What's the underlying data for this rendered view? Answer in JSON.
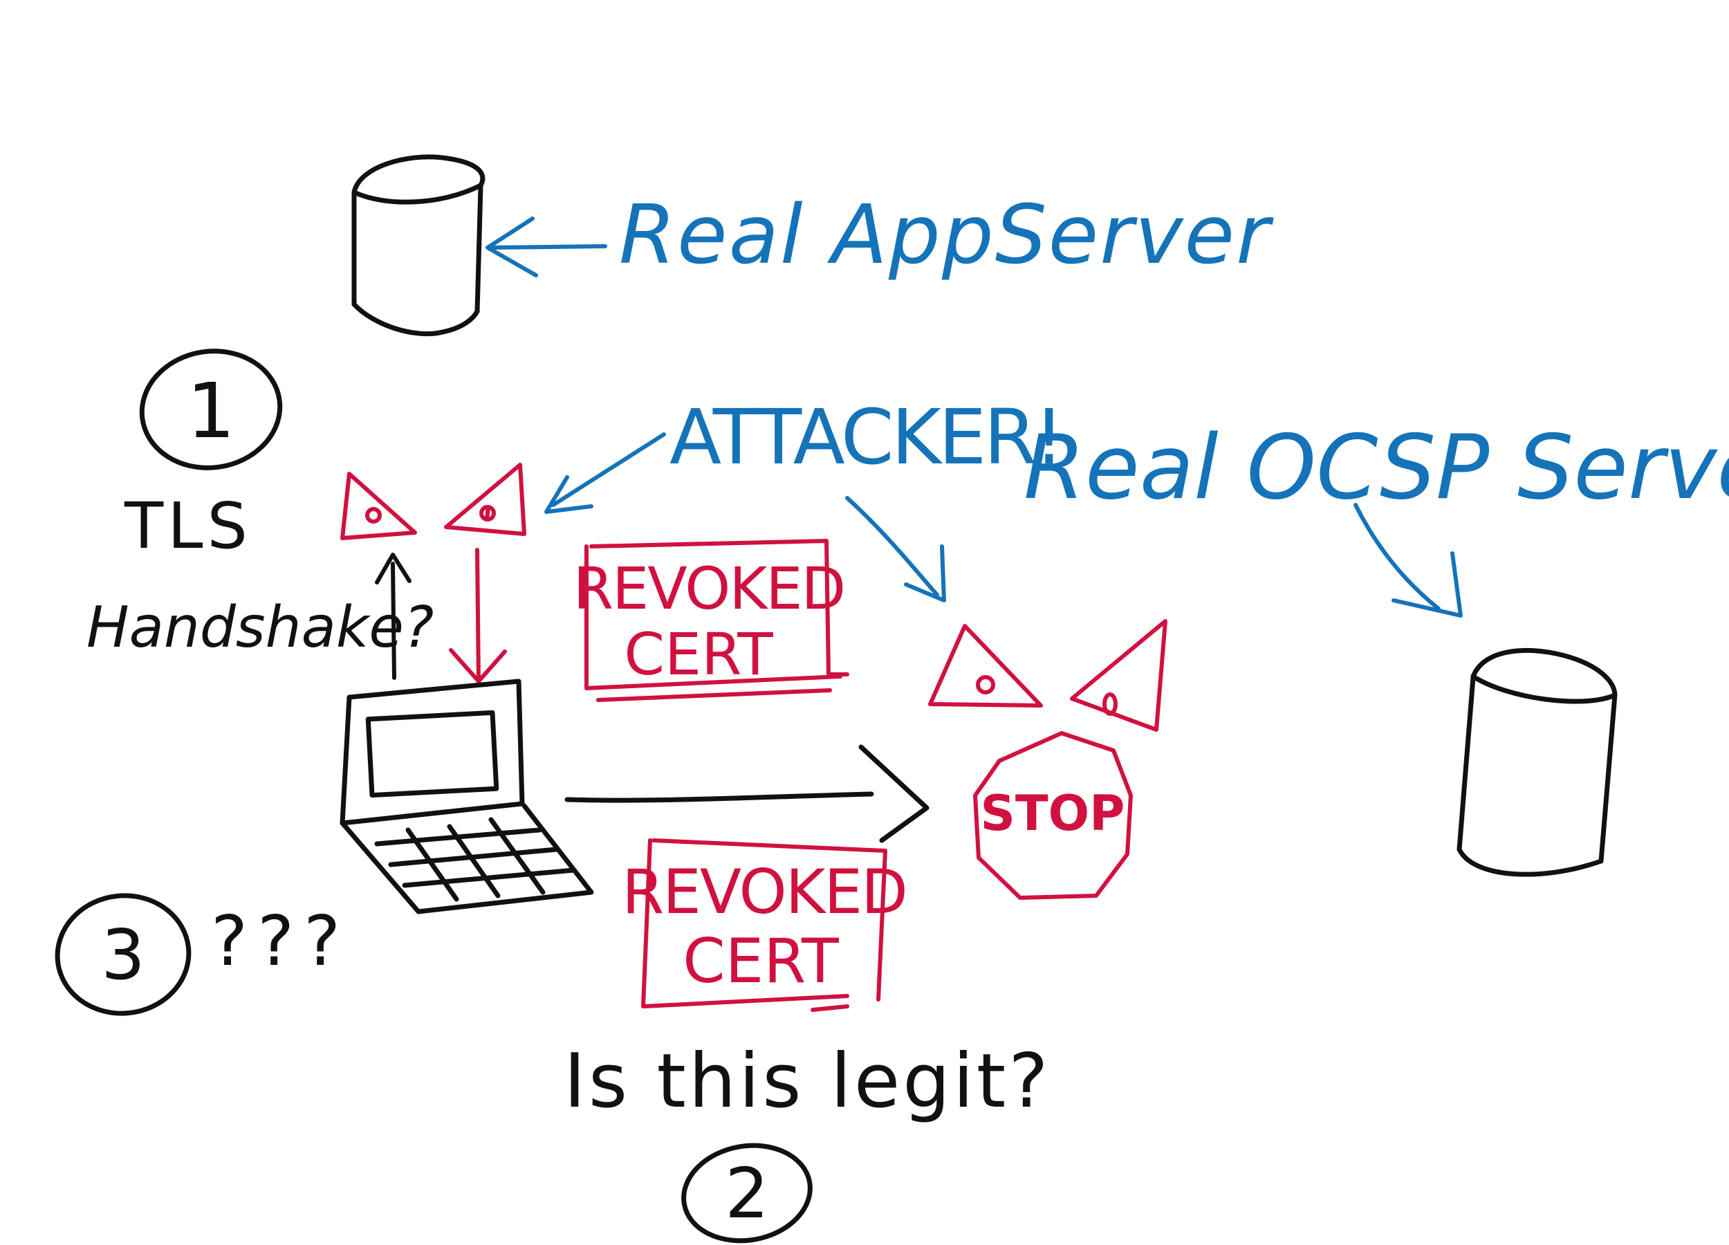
{
  "colors": {
    "black": "#111111",
    "blue": "#1573b9",
    "red": "#d0113f",
    "background": "#ffffff"
  },
  "labels": {
    "app_server": "Real AppServer",
    "attacker": "ATTACKER!",
    "ocsp_server": "Real OCSP Server",
    "tls": "TLS",
    "handshake": "Handshake?",
    "revoked_top_1": "REVOKED",
    "revoked_top_2": "CERT",
    "revoked_bottom_1": "REVOKED",
    "revoked_bottom_2": "CERT",
    "stop": "STOP",
    "question": "Is this legit?",
    "step3_marks": "???"
  },
  "steps": {
    "one": "1",
    "two": "2",
    "three": "3"
  },
  "icons": {
    "app_server": "database-cylinder-icon",
    "ocsp_server": "database-cylinder-icon",
    "laptop": "laptop-icon",
    "attacker_left": "evil-eyes-icon",
    "attacker_right": "evil-eyes-icon",
    "stop": "stop-sign-icon"
  }
}
